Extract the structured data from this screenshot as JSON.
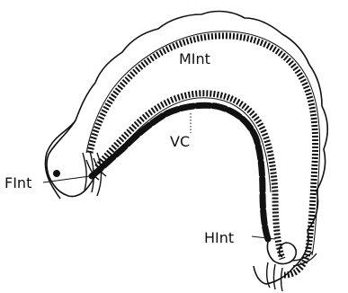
{
  "figure": {
    "labels": {
      "midgut": "MInt",
      "ventral_channel": "VC",
      "foregut": "FInt",
      "hindgut": "HInt"
    },
    "colors": {
      "ink": "#111111",
      "background": "#ffffff"
    }
  }
}
